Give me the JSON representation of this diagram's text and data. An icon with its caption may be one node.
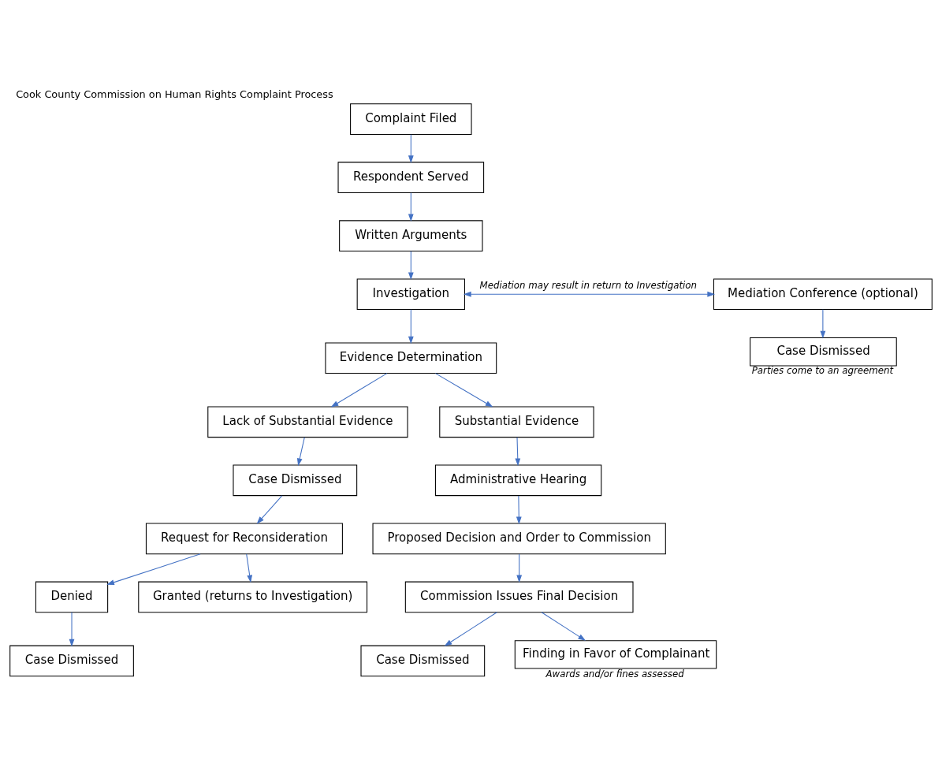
{
  "diagram": {
    "title": "Cook County Commission on Human Rights Complaint Process",
    "nodes": [
      {
        "text": [
          "Complaint Filed"
        ]
      },
      {
        "text": [
          "Respondent Served"
        ]
      },
      {
        "text": [
          "Written Arguments"
        ]
      },
      {
        "text": [
          "Investigation"
        ]
      },
      {
        "text": [
          "Mediation Conference (optional)"
        ]
      },
      {
        "text": [
          "Case Dismissed"
        ],
        "beside": [
          "Parties come to an agreement"
        ]
      },
      {
        "text": [
          "Evidence Determination"
        ]
      },
      {
        "text": [
          "Lack of Substantial Evidence"
        ]
      },
      {
        "text": [
          "Substantial Evidence"
        ]
      },
      {
        "text": [
          "Case Dismissed"
        ]
      },
      {
        "text": [
          "Administrative Hearing"
        ]
      },
      {
        "text": [
          "Request for Reconsideration"
        ]
      },
      {
        "text": [
          "Proposed Decision and Order to Commission"
        ]
      },
      {
        "text": [
          "Denied"
        ]
      },
      {
        "text": [
          "Granted (returns to Investigation)"
        ]
      },
      {
        "text": [
          "Commission Issues Final Decision"
        ]
      },
      {
        "text": [
          "Case Dismissed"
        ]
      },
      {
        "text": [
          "Case Dismissed"
        ]
      },
      {
        "text": [
          "Finding in Favor of Complainant"
        ],
        "beside": [
          "Awards and/or fines assessed"
        ]
      }
    ],
    "edges": [
      {
        "from": 0,
        "to": 1,
        "arrow": "to"
      },
      {
        "from": 1,
        "to": 2,
        "arrow": "to"
      },
      {
        "from": 2,
        "to": 3,
        "arrow": "to"
      },
      {
        "from": 3,
        "to": 4,
        "arrow": "both",
        "label": "Mediation may result in return to Investigation"
      },
      {
        "from": 4,
        "to": 5,
        "arrow": "to"
      },
      {
        "from": 3,
        "to": 6,
        "arrow": "to"
      },
      {
        "from": 6,
        "to": 7,
        "arrow": "to"
      },
      {
        "from": 6,
        "to": 8,
        "arrow": "to"
      },
      {
        "from": 7,
        "to": 9,
        "arrow": "to"
      },
      {
        "from": 9,
        "to": 11,
        "arrow": "to"
      },
      {
        "from": 11,
        "to": 13,
        "arrow": "to"
      },
      {
        "from": 11,
        "to": 14,
        "arrow": "to"
      },
      {
        "from": 13,
        "to": 16,
        "arrow": "to"
      },
      {
        "from": 8,
        "to": 10,
        "arrow": "to"
      },
      {
        "from": 10,
        "to": 12,
        "arrow": "to"
      },
      {
        "from": 12,
        "to": 15,
        "arrow": "to"
      },
      {
        "from": 15,
        "to": 17,
        "arrow": "to"
      },
      {
        "from": 15,
        "to": 18,
        "arrow": "to"
      }
    ]
  }
}
